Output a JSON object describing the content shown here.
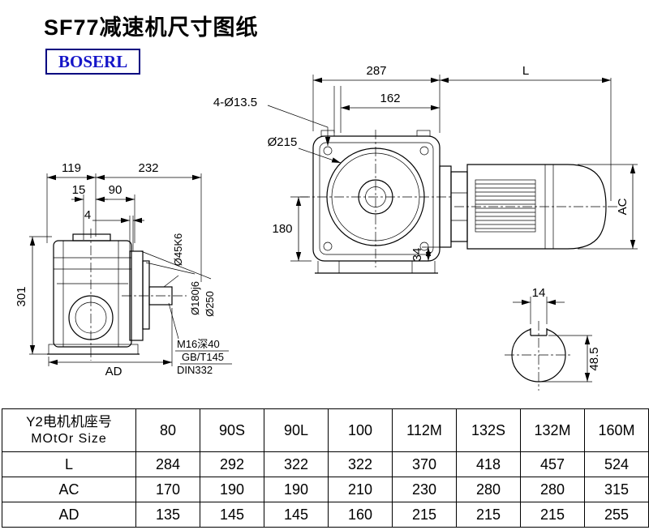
{
  "page": {
    "title": "SF77减速机尺寸图纸",
    "logo": "BOSERL"
  },
  "drawing": {
    "front": {
      "dim_287": "287",
      "dim_L": "L",
      "dim_162": "162",
      "bolt_note": "4-Ø13.5",
      "dia_215": "Ø215",
      "dim_180": "180",
      "dim_34": "34",
      "dim_AC": "AC"
    },
    "side": {
      "dim_119": "119",
      "dim_232": "232",
      "dim_15": "15",
      "dim_90": "90",
      "dim_4": "4",
      "dim_301": "301",
      "dim_AD": "AD",
      "dia_45": "Ø45K6",
      "dia_180": "Ø180j6",
      "dia_250": "Ø250",
      "note1": "M16深40",
      "note2": "GB/T145",
      "note3": "DIN332"
    },
    "shaft": {
      "dim_14": "14",
      "dim_48_5": "48.5"
    }
  },
  "table": {
    "header": {
      "line1": "Y2电机机座号",
      "line2": "MOtOr Size"
    },
    "columns": [
      "80",
      "90S",
      "90L",
      "100",
      "112M",
      "132S",
      "132M",
      "160M"
    ],
    "rows": [
      {
        "label": "L",
        "values": [
          "284",
          "292",
          "322",
          "322",
          "370",
          "418",
          "457",
          "524"
        ]
      },
      {
        "label": "AC",
        "values": [
          "170",
          "190",
          "190",
          "210",
          "230",
          "280",
          "280",
          "315"
        ]
      },
      {
        "label": "AD",
        "values": [
          "135",
          "145",
          "145",
          "160",
          "215",
          "215",
          "215",
          "255"
        ]
      }
    ]
  }
}
